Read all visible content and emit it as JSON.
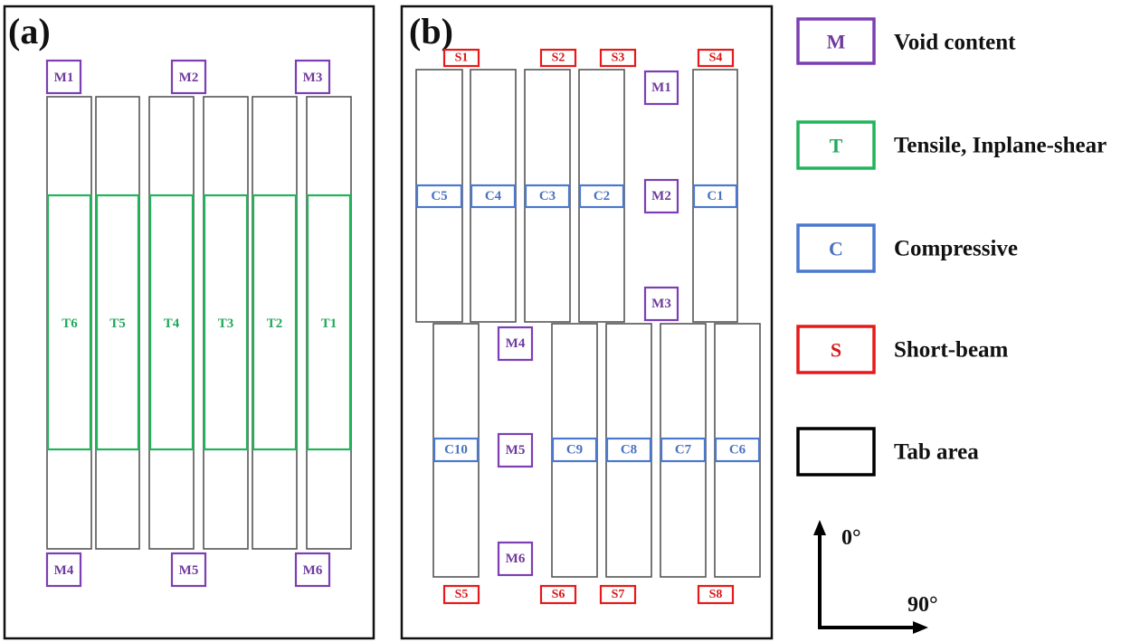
{
  "figure": {
    "panels": [
      {
        "id": "a",
        "label": "(a)",
        "specimens": [
          {
            "id": "T6",
            "type": "T"
          },
          {
            "id": "T5",
            "type": "T"
          },
          {
            "id": "T4",
            "type": "T"
          },
          {
            "id": "T3",
            "type": "T"
          },
          {
            "id": "T2",
            "type": "T"
          },
          {
            "id": "T1",
            "type": "T"
          }
        ],
        "void_samples_top": [
          "M1",
          "M2",
          "M3"
        ],
        "void_samples_bottom": [
          "M4",
          "M5",
          "M6"
        ]
      },
      {
        "id": "b",
        "label": "(b)",
        "top_row_compressive": [
          "C5",
          "C4",
          "C3",
          "C2",
          "C1"
        ],
        "bottom_row_compressive": [
          "C10",
          "C9",
          "C8",
          "C7",
          "C6"
        ],
        "void_samples": [
          "M1",
          "M2",
          "M3",
          "M4",
          "M5",
          "M6"
        ],
        "short_beam_top": [
          "S1",
          "S2",
          "S3",
          "S4"
        ],
        "short_beam_bottom": [
          "S5",
          "S6",
          "S7",
          "S8"
        ]
      }
    ],
    "legend": [
      {
        "symbol": "M",
        "label": "Void content",
        "color": "#7b3fb3"
      },
      {
        "symbol": "T",
        "label": "Tensile, Inplane-shear",
        "color": "#22b35a"
      },
      {
        "symbol": "C",
        "label": "Compressive",
        "color": "#4a78cf"
      },
      {
        "symbol": "S",
        "label": "Short-beam",
        "color": "#e61a1a"
      },
      {
        "symbol": "",
        "label": "Tab area",
        "color": "#000000"
      }
    ],
    "orientation": {
      "vertical_label": "0°",
      "horizontal_label": "90°"
    }
  }
}
